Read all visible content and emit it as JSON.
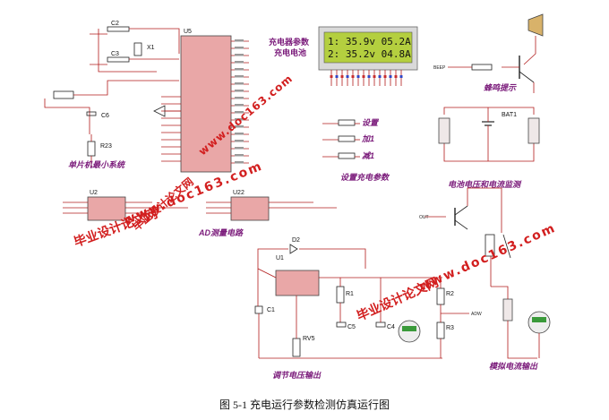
{
  "caption": "图 5-1  充电运行参数检测仿真运行图",
  "lcd": {
    "title_line1": "充电器参数",
    "title_line2": "充电电池",
    "row1": "1: 35.9v 05.2A",
    "row2": "2: 35.2v 04.8A"
  },
  "section_labels": {
    "mcu": "单片机最小系统",
    "settings": "设置充电参数",
    "ad": "AD测量电路",
    "battery": "电池电压和电流监测",
    "buzzer": "蜂鸣提示",
    "regulator": "调节电压输出",
    "current_sim": "模拟电流输出"
  },
  "keys": {
    "k1": "设置",
    "k2": "加1",
    "k3": "减1"
  },
  "components": {
    "u5": "U5",
    "u2": "U2",
    "u22": "U22",
    "u1": "U1",
    "c1": "C1",
    "c2": "C2",
    "c3": "C3",
    "c4": "C4",
    "c5": "C5",
    "c6": "C6",
    "x1": "X1",
    "r1": "R1",
    "r2": "R2",
    "r3": "R3",
    "r23": "R23",
    "rv5": "RV5",
    "d2": "D2",
    "bat1": "BAT1"
  },
  "watermarks": {
    "cn1": "毕业设计论文网",
    "url1": "www.doc163.com",
    "cn2": "毕业设计论文网",
    "url2": "www.doc163.com",
    "cn3": "毕业设计论文网",
    "url3": "www.doc163.com"
  },
  "colors": {
    "watermark": "#d21f1f",
    "wire": "#b11b1b",
    "chip": "#e9a7a7",
    "lcd_bg": "#b4cf3f",
    "label": "#7a1a7a"
  }
}
